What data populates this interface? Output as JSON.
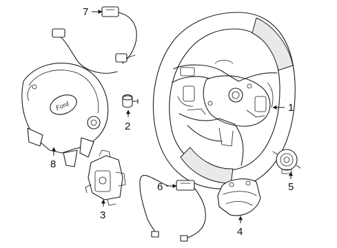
{
  "callouts": [
    {
      "id": "1",
      "label": "1"
    },
    {
      "id": "2",
      "label": "2"
    },
    {
      "id": "3",
      "label": "3"
    },
    {
      "id": "4",
      "label": "4"
    },
    {
      "id": "5",
      "label": "5"
    },
    {
      "id": "6",
      "label": "6"
    },
    {
      "id": "7",
      "label": "7"
    },
    {
      "id": "8",
      "label": "8"
    }
  ],
  "airbag_logo": "Ford",
  "colors": {
    "line": "#1a1a1a",
    "background": "#ffffff"
  }
}
